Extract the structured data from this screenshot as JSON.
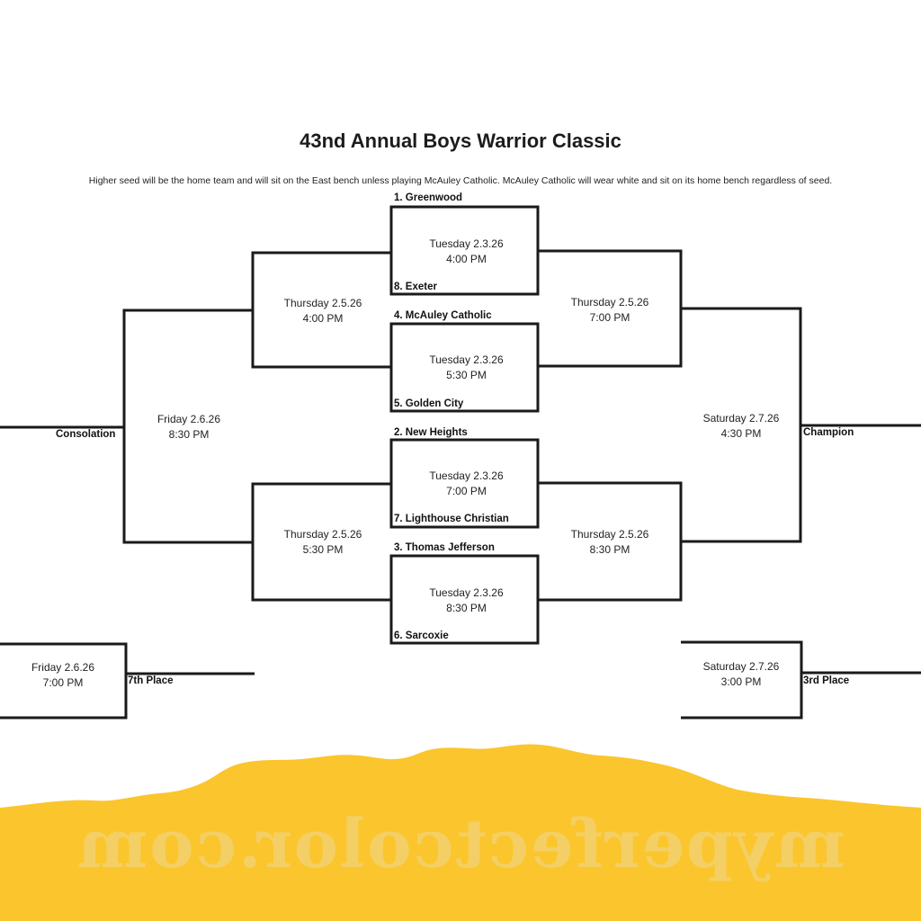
{
  "title": "43nd Annual Boys Warrior Classic",
  "note": "Higher seed will be the home team and will sit on the East bench unless playing McAuley Catholic.  McAuley Catholic will wear white and sit on its home bench regardless of seed.",
  "seeds": {
    "s1": "1. Greenwood",
    "s8": "8. Exeter",
    "s4": "4. McAuley Catholic",
    "s5": "5. Golden City",
    "s2": "2. New Heights",
    "s7": "7. Lighthouse Christian",
    "s3": "3. Thomas Jefferson",
    "s6": "6. Sarcoxie"
  },
  "games": {
    "g1": {
      "day": "Tuesday 2.3.26",
      "time": "4:00 PM"
    },
    "g2": {
      "day": "Tuesday 2.3.26",
      "time": "5:30 PM"
    },
    "g3": {
      "day": "Tuesday 2.3.26",
      "time": "7:00 PM"
    },
    "g4": {
      "day": "Tuesday 2.3.26",
      "time": "8:30 PM"
    },
    "cons_semi_top": {
      "day": "Thursday 2.5.26",
      "time": "4:00 PM"
    },
    "cons_semi_bottom": {
      "day": "Thursday 2.5.26",
      "time": "5:30 PM"
    },
    "semi_top": {
      "day": "Thursday 2.5.26",
      "time": "7:00 PM"
    },
    "semi_bottom": {
      "day": "Thursday 2.5.26",
      "time": "8:30 PM"
    },
    "consolation_final": {
      "day": "Friday 2.6.26",
      "time": "8:30 PM"
    },
    "championship": {
      "day": "Saturday 2.7.26",
      "time": "4:30 PM"
    },
    "seventh_game": {
      "day": "Friday 2.6.26",
      "time": "7:00 PM"
    },
    "third_game": {
      "day": "Saturday 2.7.26",
      "time": "3:00 PM"
    }
  },
  "places": {
    "consolation": "Consolation",
    "champion": "Champion",
    "seventh": "7th Place",
    "third": "3rd Place"
  },
  "watermark": "myperfectcolor.com",
  "colors": {
    "footer": "#fbc52d",
    "lines": "#1a1a1a"
  }
}
